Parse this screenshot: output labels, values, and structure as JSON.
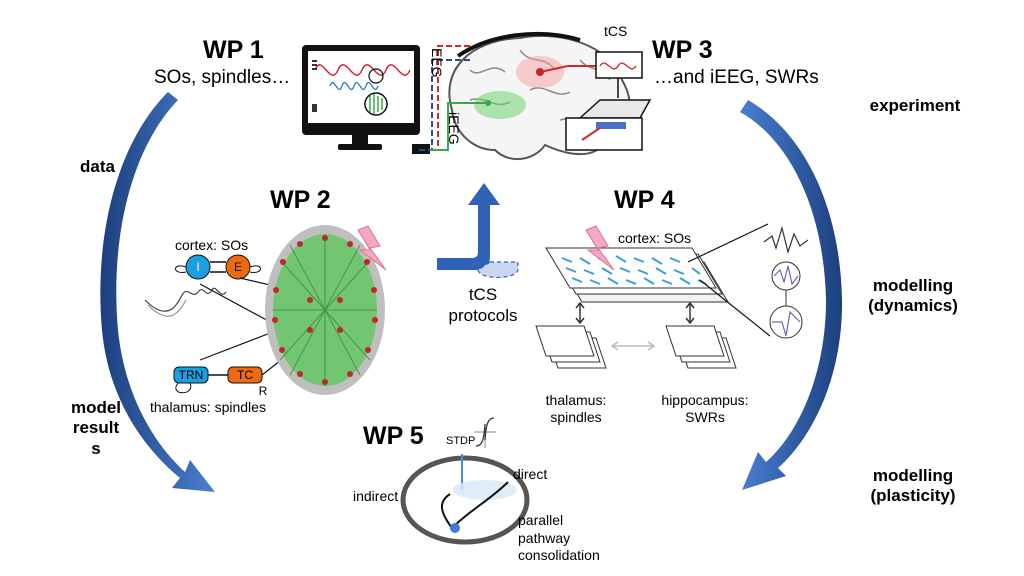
{
  "wp1": {
    "title": "WP 1",
    "subtitle": "SOs, spindles…"
  },
  "wp2": {
    "title": "WP 2",
    "cortex_label": "cortex: SOs",
    "node_i": "I",
    "node_e": "E",
    "node_trn": "TRN",
    "node_tc": "TC",
    "node_r": "R",
    "thalamus_label": "thalamus: spindles"
  },
  "wp3": {
    "title": "WP 3",
    "subtitle": "…and iEEG, SWRs",
    "tcs_label": "tCS"
  },
  "wp4": {
    "title": "WP 4",
    "cortex_label": "cortex: SOs",
    "thalamus_caption": [
      "thalamus:",
      "spindles"
    ],
    "hippocampus_caption": [
      "hippocampus:",
      "SWRs"
    ]
  },
  "wp5": {
    "title": "WP 5",
    "stdp": "STDP",
    "direct": "direct",
    "indirect": "indirect",
    "caption": [
      "parallel",
      "pathway",
      "consolidation"
    ]
  },
  "signal_labels": {
    "eeg": "EEG",
    "ieeg": "iEEG"
  },
  "center": {
    "lines": [
      "tCS",
      "protocols"
    ]
  },
  "left_labels": {
    "data": "data",
    "model_results": [
      "model",
      "result",
      "s"
    ]
  },
  "right_labels": {
    "experiment": "experiment",
    "modelling_dynamics": [
      "modelling",
      "(dynamics)"
    ],
    "modelling_plasticity": [
      "modelling",
      "(plasticity)"
    ]
  },
  "colors": {
    "arc_blue": "#2e63b8",
    "arc_dark": "#1c3f7e",
    "node_i": "#1aa0e0",
    "node_e": "#ee6a10",
    "node_trn": "#1aa0e0",
    "node_tc": "#ee6a10",
    "brain_green": "#6fd46f",
    "electrode_red": "#c0262b",
    "monitor_dark": "#111111",
    "eeg_red": "#d0282c",
    "ieeg_green": "#3aa84a",
    "lightning_pink": "#f4a9c0"
  }
}
